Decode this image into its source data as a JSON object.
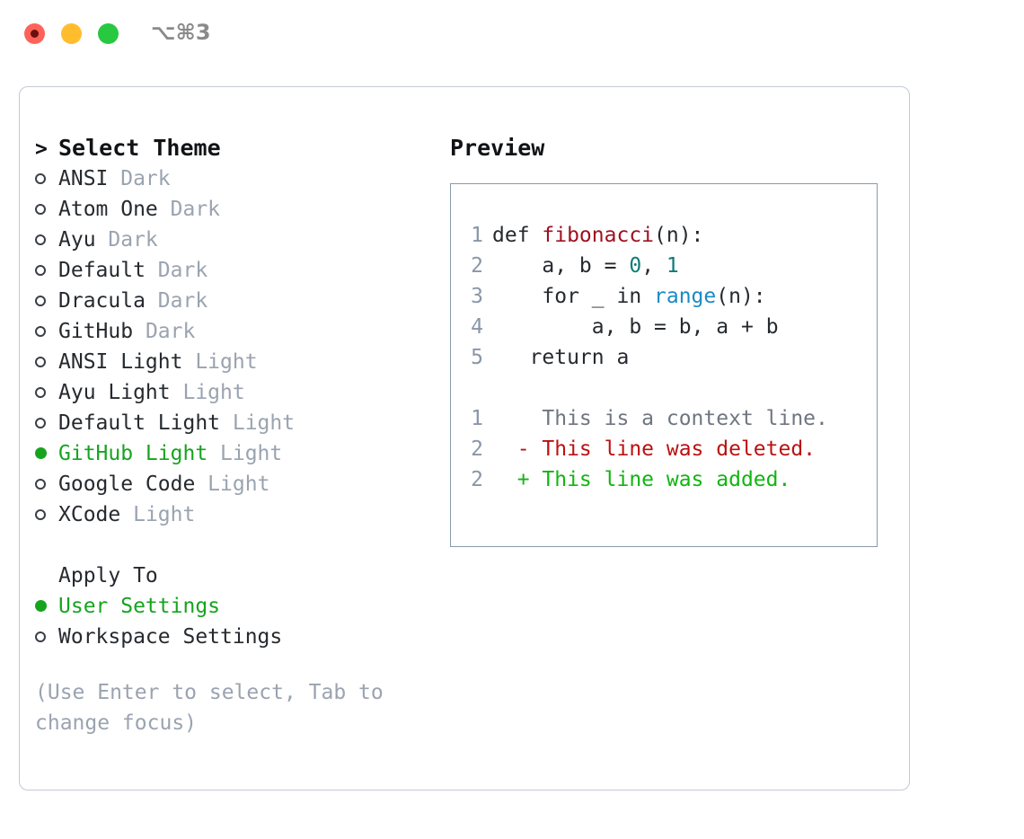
{
  "window": {
    "shortcut_label": "⌥⌘3",
    "traffic_lights": [
      "close-button",
      "minimize-button",
      "maximize-button"
    ]
  },
  "theme_picker": {
    "header_prefix": ">",
    "header_label": "Select Theme",
    "marker_selected": "●",
    "marker_unselected": "○",
    "items": [
      {
        "name": "ANSI",
        "kind": "Dark",
        "selected": false
      },
      {
        "name": "Atom One",
        "kind": "Dark",
        "selected": false
      },
      {
        "name": "Ayu",
        "kind": "Dark",
        "selected": false
      },
      {
        "name": "Default",
        "kind": "Dark",
        "selected": false
      },
      {
        "name": "Dracula",
        "kind": "Dark",
        "selected": false
      },
      {
        "name": "GitHub",
        "kind": "Dark",
        "selected": false
      },
      {
        "name": "ANSI Light",
        "kind": "Light",
        "selected": false
      },
      {
        "name": "Ayu Light",
        "kind": "Light",
        "selected": false
      },
      {
        "name": "Default Light",
        "kind": "Light",
        "selected": false
      },
      {
        "name": "GitHub Light",
        "kind": "Light",
        "selected": true
      },
      {
        "name": "Google Code",
        "kind": "Light",
        "selected": false
      },
      {
        "name": "XCode",
        "kind": "Light",
        "selected": false
      }
    ]
  },
  "apply_to": {
    "label": "Apply To",
    "options": [
      {
        "label": "User Settings",
        "selected": true
      },
      {
        "label": "Workspace Settings",
        "selected": false
      }
    ]
  },
  "hint": {
    "text": "(Use Enter to select, Tab to change focus)"
  },
  "preview": {
    "title": "Preview",
    "code_lines": [
      {
        "lineno": "1",
        "tokens": [
          {
            "t": "def ",
            "c": "plain"
          },
          {
            "t": "fibonacci",
            "c": "fn"
          },
          {
            "t": "(n):",
            "c": "plain"
          }
        ]
      },
      {
        "lineno": "2",
        "tokens": [
          {
            "t": "    ",
            "c": "plain"
          },
          {
            "t": "a, b",
            "c": "var"
          },
          {
            "t": " = ",
            "c": "plain"
          },
          {
            "t": "0",
            "c": "num"
          },
          {
            "t": ", ",
            "c": "plain"
          },
          {
            "t": "1",
            "c": "num"
          }
        ]
      },
      {
        "lineno": "3",
        "tokens": [
          {
            "t": "    for _ in ",
            "c": "plain"
          },
          {
            "t": "range",
            "c": "builtin"
          },
          {
            "t": "(n):",
            "c": "plain"
          }
        ]
      },
      {
        "lineno": "4",
        "tokens": [
          {
            "t": "        ",
            "c": "plain"
          },
          {
            "t": "a, b",
            "c": "var"
          },
          {
            "t": " = ",
            "c": "plain"
          },
          {
            "t": "b",
            "c": "var"
          },
          {
            "t": ", ",
            "c": "plain"
          },
          {
            "t": "a",
            "c": "var"
          },
          {
            "t": " + ",
            "c": "plain"
          },
          {
            "t": "b",
            "c": "var"
          }
        ]
      },
      {
        "lineno": "5",
        "tokens": [
          {
            "t": "   return ",
            "c": "plain"
          },
          {
            "t": "a",
            "c": "var"
          }
        ]
      }
    ],
    "diff_lines": [
      {
        "lineno": "1",
        "sign": " ",
        "text": "This is a context line.",
        "kind": "ctx"
      },
      {
        "lineno": "2",
        "sign": "-",
        "text": "This line was deleted.",
        "kind": "del"
      },
      {
        "lineno": "2",
        "sign": "+",
        "text": "This line was added.",
        "kind": "add"
      }
    ]
  },
  "colors": {
    "accent_green": "#16a41f",
    "muted": "#9aa3b0",
    "lineno": "#8a96a8",
    "fn": "#9e1120",
    "num": "#0f7a78",
    "builtin": "#1a8ac4",
    "diff_add": "#11b511",
    "diff_del": "#bb1111",
    "panel_border": "#c3c9d4",
    "preview_border": "#8b99aa"
  }
}
